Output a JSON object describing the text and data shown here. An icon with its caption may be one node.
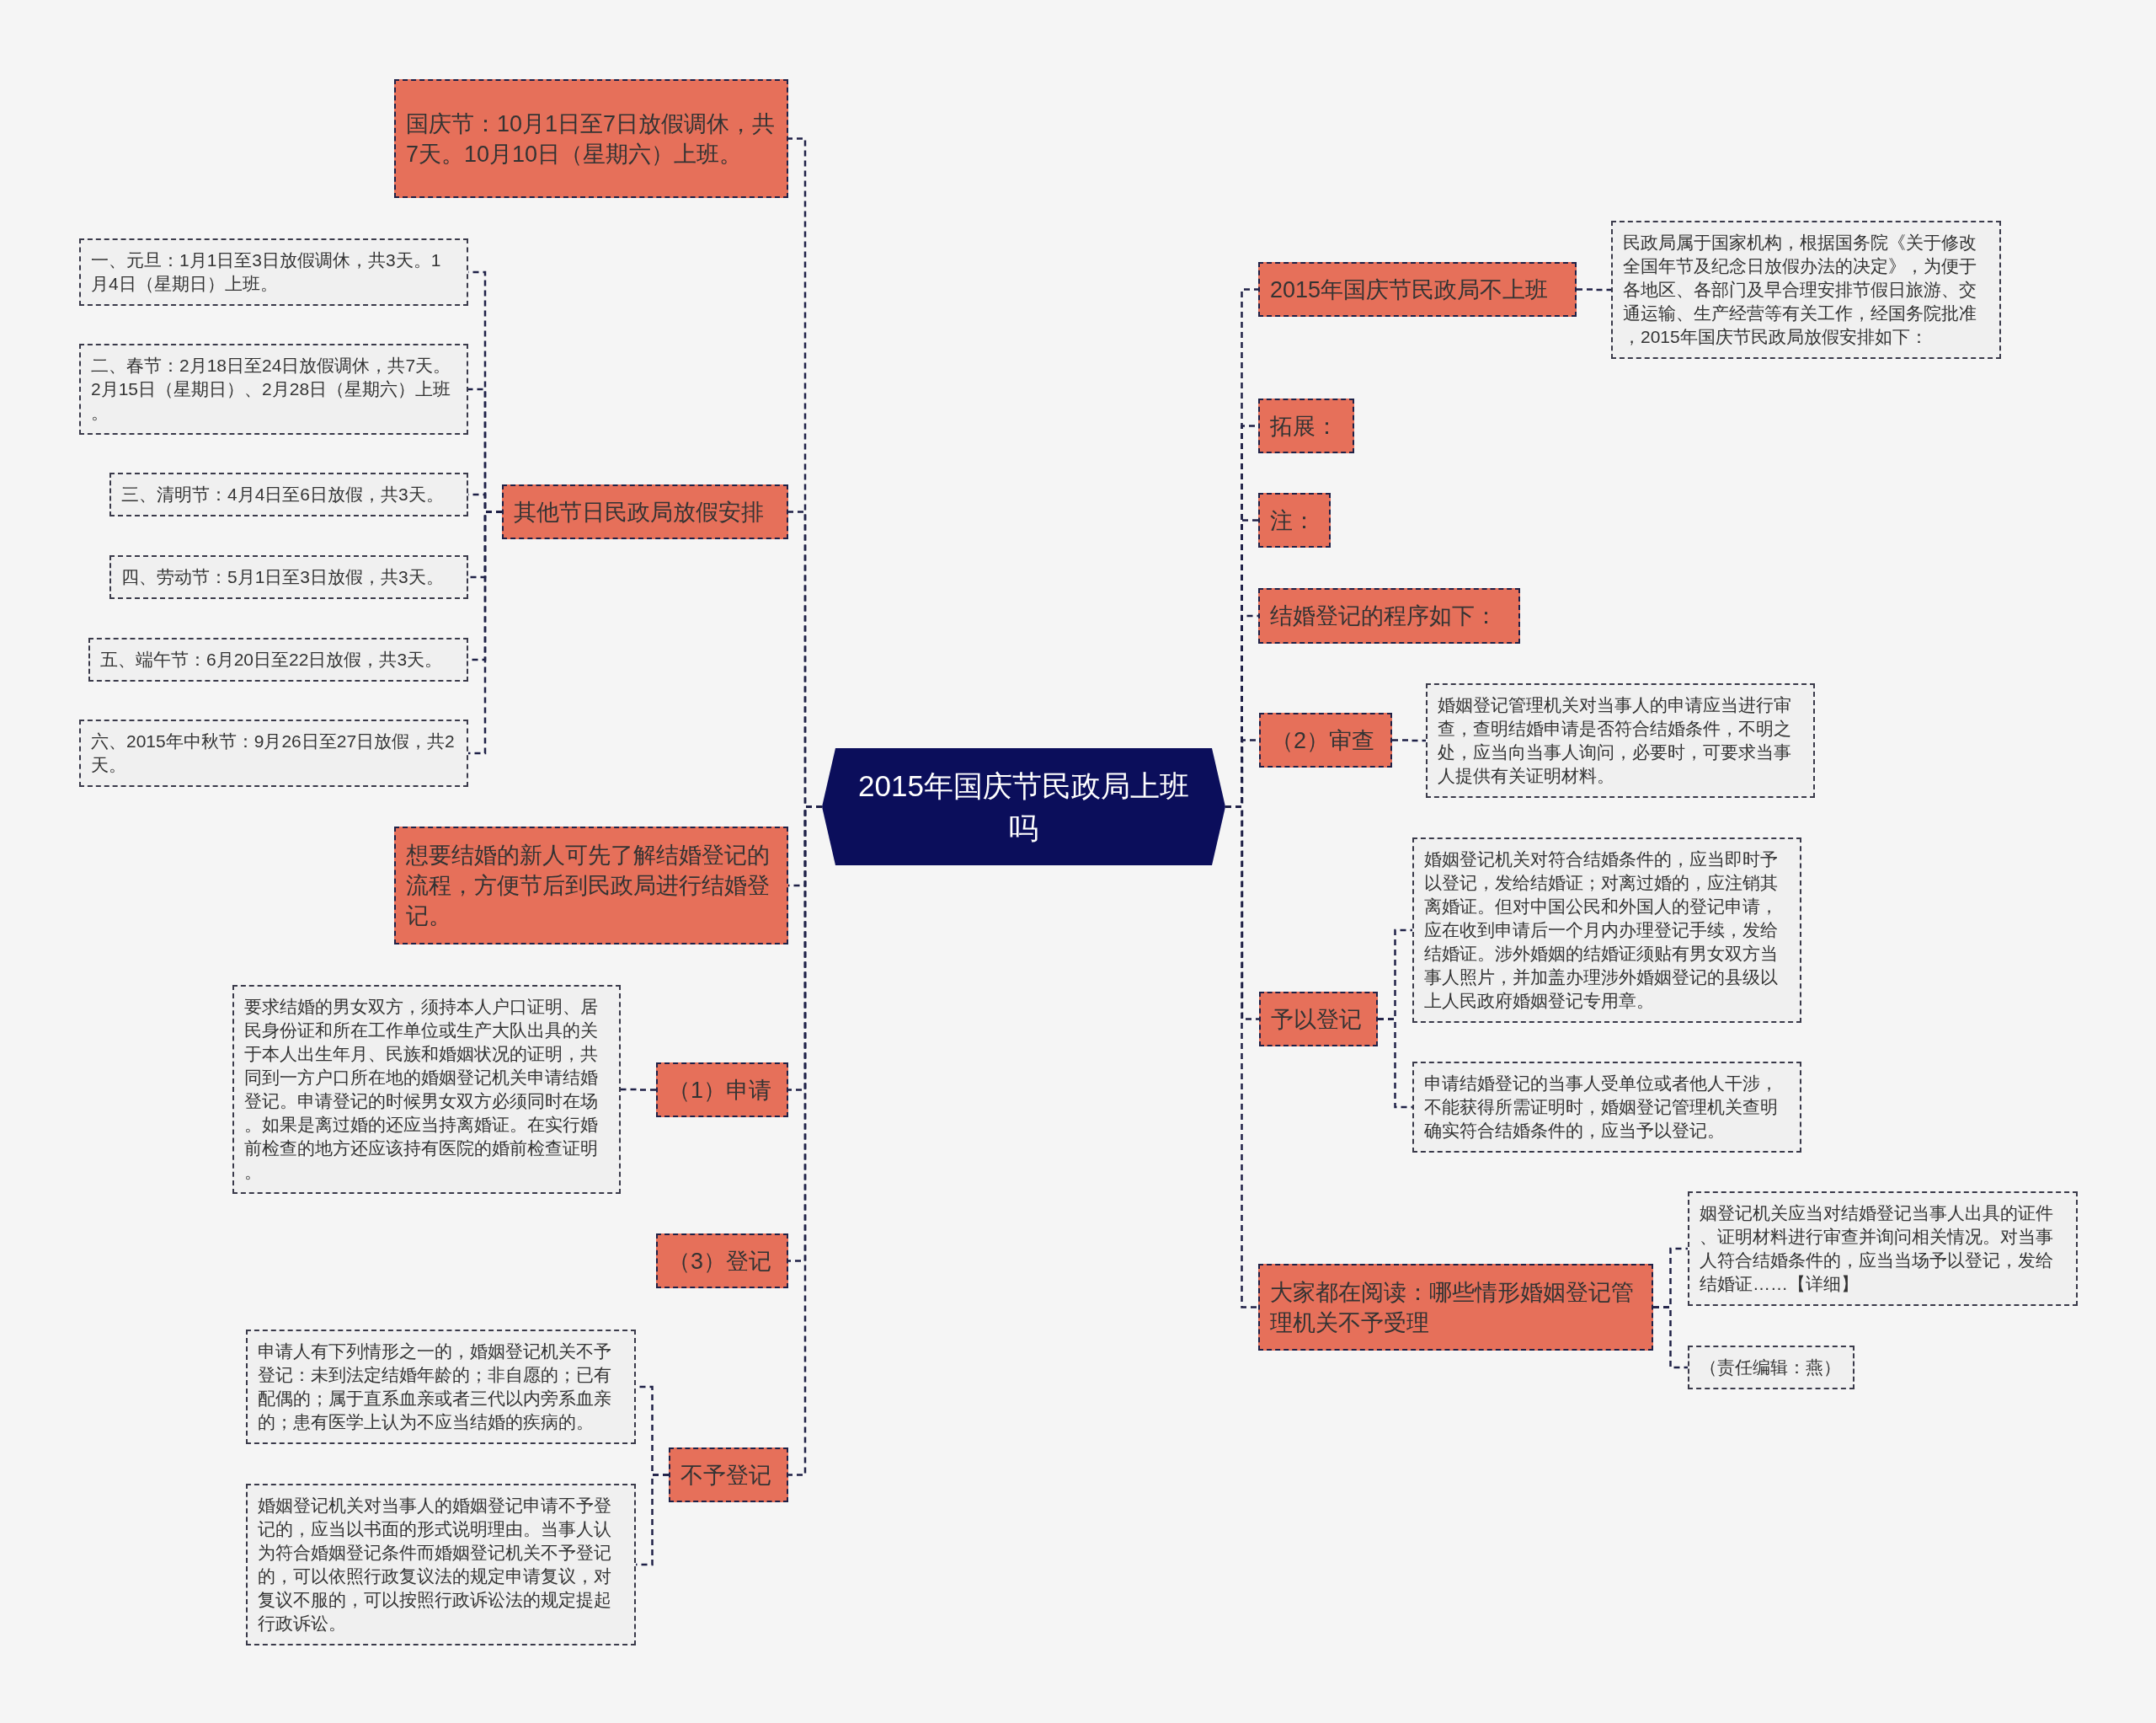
{
  "diagram": {
    "nodes": [
      {
        "text": [
          "2015年国庆节民政局上班吗"
        ]
      },
      {
        "text": [
          "国庆节：10月1日至7日放假调休，共7天。10月10日（星期六）上班。"
        ]
      },
      {
        "text": [
          "其他节日民政局放假安排"
        ]
      },
      {
        "text": [
          "一、元旦：1月1日至3日放假调休，共3天。1月4日（星期日）上班。"
        ]
      },
      {
        "text": [
          "二、春节：2月18日至24日放假调休，共7天。2月15日（星期日）、2月28日（星期六）上班。"
        ]
      },
      {
        "text": [
          "三、清明节：4月4日至6日放假，共3天。"
        ]
      },
      {
        "text": [
          "四、劳动节：5月1日至3日放假，共3天。"
        ]
      },
      {
        "text": [
          "五、端午节：6月20日至22日放假，共3天。"
        ]
      },
      {
        "text": [
          "六、2015年中秋节：9月26日至27日放假，共2天。"
        ]
      },
      {
        "text": [
          "想要结婚的新人可先了解结婚登记的流程，方便节后到民政局进行结婚登记。"
        ]
      },
      {
        "text": [
          "（1）申请"
        ]
      },
      {
        "text": [
          "要求结婚的男女双方，须持本人户口证明、居民身份证和所在工作单位或生产大队出具的关于本人出生年月、民族和婚姻状况的证明，共同到一方户口所在地的婚姻登记机关申请结婚登记。申请登记的时候男女双方必须同时在场。如果是离过婚的还应当持离婚证。在实行婚前检查的地方还应该持有医院的婚前检查证明。"
        ]
      },
      {
        "text": [
          "（3）登记"
        ]
      },
      {
        "text": [
          "不予登记"
        ]
      },
      {
        "text": [
          "申请人有下列情形之一的，婚姻登记机关不予登记：未到法定结婚年龄的；非自愿的；已有配偶的；属于直系血亲或者三代以内旁系血亲的；患有医学上认为不应当结婚的疾病的。"
        ]
      },
      {
        "text": [
          "婚姻登记机关对当事人的婚姻登记申请不予登记的，应当以书面的形式说明理由。当事人认为符合婚姻登记条件而婚姻登记机关不予登记的，可以依照行政复议法的规定申请复议，对复议不服的，可以按照行政诉讼法的规定提起行政诉讼。"
        ]
      },
      {
        "text": [
          "2015年国庆节民政局不上班"
        ]
      },
      {
        "text": [
          "民政局属于国家机构，根据国务院《关于修改全国年节及纪念日放假办法的决定》，为便于各地区、各部门及早合理安排节假日旅游、交通运输、生产经营等有关工作，经国务院批准，2015年国庆节民政局放假安排如下："
        ]
      },
      {
        "text": [
          "拓展："
        ]
      },
      {
        "text": [
          "注："
        ]
      },
      {
        "text": [
          "结婚登记的程序如下："
        ]
      },
      {
        "text": [
          "（2）审查"
        ]
      },
      {
        "text": [
          "婚姻登记管理机关对当事人的申请应当进行审查，查明结婚申请是否符合结婚条件，不明之处，应当向当事人询问，必要时，可要求当事人提供有关证明材料。"
        ]
      },
      {
        "text": [
          "予以登记"
        ]
      },
      {
        "text": [
          "婚姻登记机关对符合结婚条件的，应当即时予以登记，发给结婚证；对离过婚的，应注销其离婚证。但对中国公民和外国人的登记申请，应在收到申请后一个月内办理登记手续，发给结婚证。涉外婚姻的结婚证须贴有男女双方当事人照片，并加盖办理涉外婚姻登记的县级以上人民政府婚姻登记专用章。"
        ]
      },
      {
        "text": [
          "申请结婚登记的当事人受单位或者他人干涉，不能获得所需证明时，婚姻登记管理机关查明确实符合结婚条件的，应当予以登记。"
        ]
      },
      {
        "text": [
          "大家都在阅读：哪些情形婚姻登记管理机关不予受理"
        ]
      },
      {
        "text": [
          "姻登记机关应当对结婚登记当事人出具的证件、证明材料进行审查并询问相关情况。对当事人符合结婚条件的，应当当场予以登记，发给结婚证……【详细】"
        ]
      },
      {
        "text": [
          "（责任编辑：燕）"
        ]
      }
    ],
    "edges": [
      {
        "from": 0,
        "to": 1,
        "arrow": "none",
        "style": "dashed"
      },
      {
        "from": 0,
        "to": 2,
        "arrow": "none",
        "style": "dashed"
      },
      {
        "from": 2,
        "to": 3,
        "arrow": "none",
        "style": "dashed"
      },
      {
        "from": 2,
        "to": 4,
        "arrow": "none",
        "style": "dashed"
      },
      {
        "from": 2,
        "to": 5,
        "arrow": "none",
        "style": "dashed"
      },
      {
        "from": 2,
        "to": 6,
        "arrow": "none",
        "style": "dashed"
      },
      {
        "from": 2,
        "to": 7,
        "arrow": "none",
        "style": "dashed"
      },
      {
        "from": 2,
        "to": 8,
        "arrow": "none",
        "style": "dashed"
      },
      {
        "from": 0,
        "to": 9,
        "arrow": "none",
        "style": "dashed"
      },
      {
        "from": 0,
        "to": 10,
        "arrow": "none",
        "style": "dashed"
      },
      {
        "from": 10,
        "to": 11,
        "arrow": "none",
        "style": "dashed"
      },
      {
        "from": 0,
        "to": 12,
        "arrow": "none",
        "style": "dashed"
      },
      {
        "from": 0,
        "to": 13,
        "arrow": "none",
        "style": "dashed"
      },
      {
        "from": 13,
        "to": 14,
        "arrow": "none",
        "style": "dashed"
      },
      {
        "from": 13,
        "to": 15,
        "arrow": "none",
        "style": "dashed"
      },
      {
        "from": 0,
        "to": 16,
        "arrow": "none",
        "style": "dashed"
      },
      {
        "from": 16,
        "to": 17,
        "arrow": "none",
        "style": "dashed"
      },
      {
        "from": 0,
        "to": 18,
        "arrow": "none",
        "style": "dashed"
      },
      {
        "from": 0,
        "to": 19,
        "arrow": "none",
        "style": "dashed"
      },
      {
        "from": 0,
        "to": 20,
        "arrow": "none",
        "style": "dashed"
      },
      {
        "from": 0,
        "to": 21,
        "arrow": "none",
        "style": "dashed"
      },
      {
        "from": 21,
        "to": 22,
        "arrow": "none",
        "style": "dashed"
      },
      {
        "from": 0,
        "to": 23,
        "arrow": "none",
        "style": "dashed"
      },
      {
        "from": 23,
        "to": 24,
        "arrow": "none",
        "style": "dashed"
      },
      {
        "from": 23,
        "to": 25,
        "arrow": "none",
        "style": "dashed"
      },
      {
        "from": 0,
        "to": 26,
        "arrow": "none",
        "style": "dashed"
      },
      {
        "from": 26,
        "to": 27,
        "arrow": "none",
        "style": "dashed"
      },
      {
        "from": 26,
        "to": 28,
        "arrow": "none",
        "style": "dashed"
      }
    ]
  }
}
